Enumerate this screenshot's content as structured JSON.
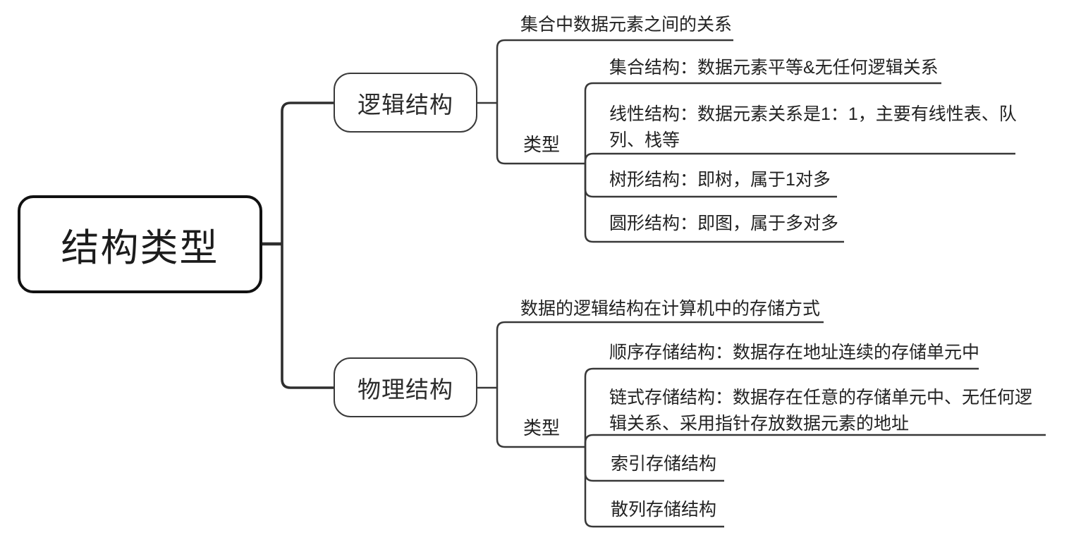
{
  "colors": {
    "background": "#ffffff",
    "line": "#383838",
    "root_line": "#2e2e2e",
    "text": "#212121",
    "node_border": "#3a3a3a",
    "root_border": "#111111"
  },
  "mindmap": {
    "root": {
      "label": "结构类型"
    },
    "branches": [
      {
        "label": "逻辑结构",
        "note": "集合中数据元素之间的关系",
        "group_label": "类型",
        "children": [
          {
            "text": "集合结构：数据元素平等&无任何逻辑关系"
          },
          {
            "text": "线性结构：数据元素关系是1：1，主要有线性表、队列、栈等"
          },
          {
            "text": "树形结构：即树，属于1对多"
          },
          {
            "text": "圆形结构：即图，属于多对多"
          }
        ]
      },
      {
        "label": "物理结构",
        "note": "数据的逻辑结构在计算机中的存储方式",
        "group_label": "类型",
        "children": [
          {
            "text": "顺序存储结构：数据存在地址连续的存储单元中"
          },
          {
            "text": "链式存储结构：数据存在任意的存储单元中、无任何逻辑关系、采用指针存放数据元素的地址"
          },
          {
            "text": "索引存储结构"
          },
          {
            "text": "散列存储结构"
          }
        ]
      }
    ]
  }
}
